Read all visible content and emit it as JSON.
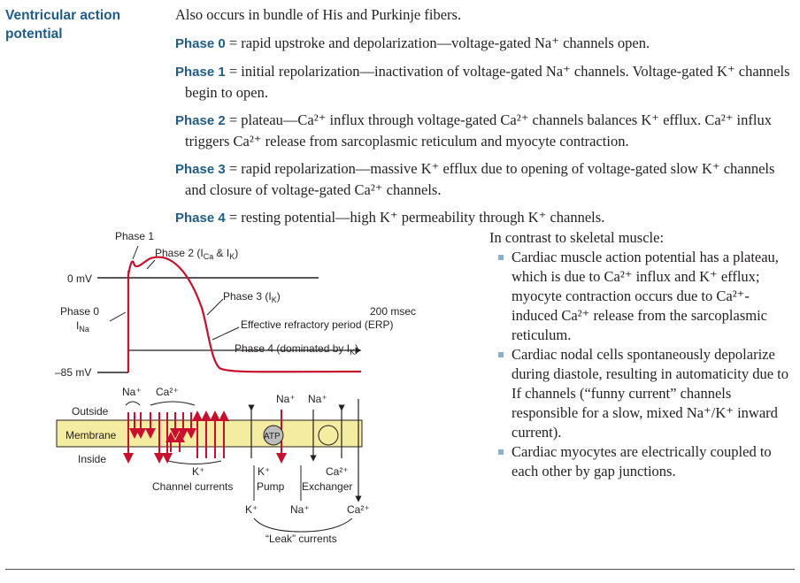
{
  "heading": {
    "line1": "Ventricular action",
    "line2": "potential"
  },
  "intro": "Also occurs in bundle of His and Purkinje fibers.",
  "phases": {
    "p0": {
      "label": "Phase 0",
      "text": " = rapid upstroke and depolarization—voltage-gated Na⁺ channels open."
    },
    "p1": {
      "label": "Phase 1",
      "text": " = initial repolarization—inactivation of voltage-gated Na⁺ channels. Voltage-gated K⁺ channels begin to open."
    },
    "p2": {
      "label": "Phase 2",
      "text": " = plateau—Ca²⁺ influx through voltage-gated Ca²⁺ channels balances K⁺ efflux. Ca²⁺ influx triggers Ca²⁺ release from sarcoplasmic reticulum and myocyte contraction."
    },
    "p3": {
      "label": "Phase 3",
      "text": " = rapid repolarization—massive K⁺ efflux due to opening of voltage-gated slow K⁺ channels and closure of voltage-gated Ca²⁺ channels."
    },
    "p4": {
      "label": "Phase 4",
      "text": " = resting potential—high K⁺ permeability through K⁺ channels."
    }
  },
  "contrast": {
    "intro": "In contrast to skeletal muscle:",
    "b1": "Cardiac muscle action potential has a plateau, which is due to Ca²⁺ influx and K⁺ efflux; myocyte contraction occurs due to Ca²⁺-induced Ca²⁺ release from the sarcoplasmic reticulum.",
    "b2": "Cardiac nodal cells spontaneously depolarize during diastole, resulting in automaticity due to If channels (“funny current” channels responsible for a slow, mixed Na⁺/K⁺ inward current).",
    "b3": "Cardiac myocytes are electrically coupled to each other by gap junctions."
  },
  "figure": {
    "phase1": "Phase 1",
    "phase2_main": "Phase 2 (I",
    "phase2_ca": "Ca",
    "phase2_mid": " & I",
    "phase2_k": "K",
    "phase2_end": ")",
    "zero_mv": "0 mV",
    "phase0": "Phase 0",
    "ina_i": "I",
    "ina_sub": "Na",
    "phase3_main": "Phase 3 (I",
    "phase3_k": "K",
    "phase3_end": ")",
    "ms200": "200 msec",
    "erp": "Effective refractory period (ERP)",
    "phase4_main": "Phase 4 (dominated by I",
    "phase4_k": "K",
    "phase4_end": ")",
    "minus85": "–85 mV",
    "na_top": "Na⁺",
    "ca_top": "Ca²⁺",
    "outside": "Outside",
    "membrane": "Membrane",
    "inside": "Inside",
    "k_bottom": "K⁺",
    "channel_currents": "Channel currents",
    "na_pump1": "Na⁺",
    "na_pump2": "Na⁺",
    "atp": "ATP",
    "k_pump": "K⁺",
    "pump": "Pump",
    "ca_exch": "Ca²⁺",
    "exchanger": "Exchanger",
    "leak_k": "K⁺",
    "leak_na": "Na⁺",
    "leak_ca": "Ca²⁺",
    "leak_currents": "“Leak” currents"
  }
}
